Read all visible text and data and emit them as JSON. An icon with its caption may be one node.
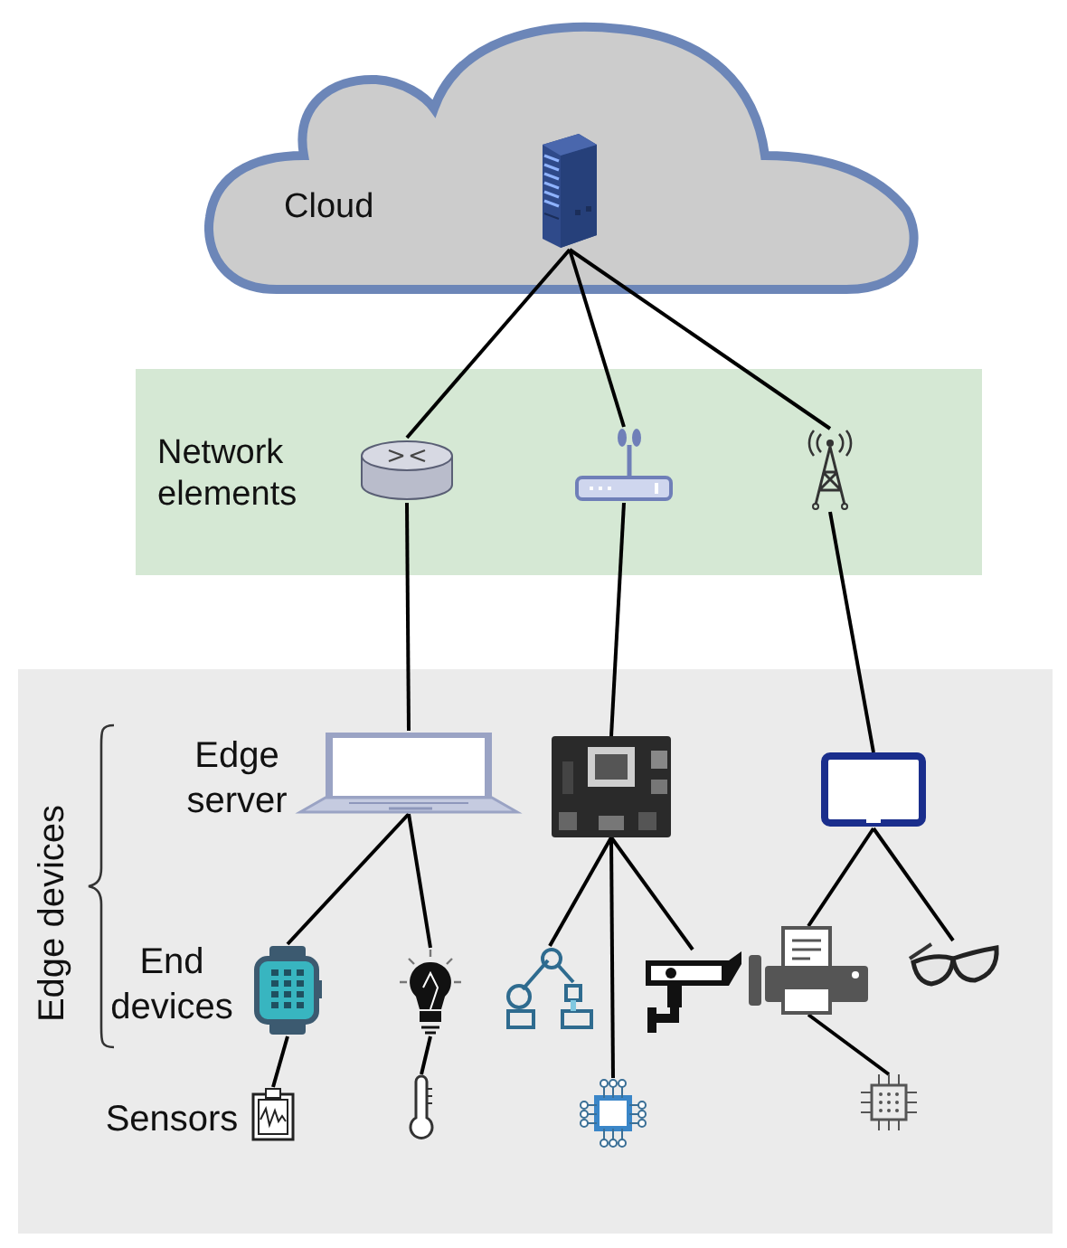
{
  "diagram": {
    "nodes": [
      {
        "text": [
          "Cloud"
        ]
      },
      {
        "text": [],
        "shape": "server",
        "in": 0
      },
      {
        "text": [
          "Network elements"
        ]
      },
      {
        "text": [],
        "shape": "router",
        "in": 2
      },
      {
        "text": [],
        "shape": "router",
        "in": 2
      },
      {
        "text": [],
        "shape": "tower",
        "in": 2
      },
      {
        "text": [
          "Edge devices",
          "Edge server",
          "End devices",
          "Sensors"
        ]
      },
      {
        "text": [],
        "shape": "laptop",
        "in": 6
      },
      {
        "text": [],
        "shape": "board",
        "in": 6
      },
      {
        "text": [],
        "shape": "tablet",
        "in": 6
      },
      {
        "text": [],
        "shape": "watch",
        "in": 6
      },
      {
        "text": [],
        "shape": "bulb",
        "in": 6
      },
      {
        "text": [],
        "shape": "robot",
        "in": 6
      },
      {
        "text": [],
        "shape": "camera",
        "in": 6
      },
      {
        "text": [],
        "shape": "printer",
        "in": 6
      },
      {
        "text": [],
        "shape": "glasses",
        "in": 6
      },
      {
        "text": [],
        "shape": "clipboard",
        "in": 6
      },
      {
        "text": [],
        "shape": "thermometer",
        "in": 6
      },
      {
        "text": [],
        "shape": "chip",
        "in": 6
      },
      {
        "text": [],
        "shape": "chip",
        "in": 6
      }
    ],
    "edges": [
      {
        "from": 1,
        "to": 3,
        "arrow": "none"
      },
      {
        "from": 1,
        "to": 4,
        "arrow": "none"
      },
      {
        "from": 1,
        "to": 5,
        "arrow": "none"
      },
      {
        "from": 3,
        "to": 7,
        "arrow": "none"
      },
      {
        "from": 4,
        "to": 8,
        "arrow": "none"
      },
      {
        "from": 5,
        "to": 9,
        "arrow": "none"
      },
      {
        "from": 7,
        "to": 10,
        "arrow": "none"
      },
      {
        "from": 7,
        "to": 11,
        "arrow": "none"
      },
      {
        "from": 8,
        "to": 12,
        "arrow": "none"
      },
      {
        "from": 8,
        "to": 18,
        "arrow": "none"
      },
      {
        "from": 8,
        "to": 13,
        "arrow": "none"
      },
      {
        "from": 9,
        "to": 14,
        "arrow": "none"
      },
      {
        "from": 9,
        "to": 15,
        "arrow": "none"
      },
      {
        "from": 10,
        "to": 16,
        "arrow": "none"
      },
      {
        "from": 11,
        "to": 17,
        "arrow": "none"
      },
      {
        "from": 14,
        "to": 19,
        "arrow": "none"
      }
    ]
  }
}
